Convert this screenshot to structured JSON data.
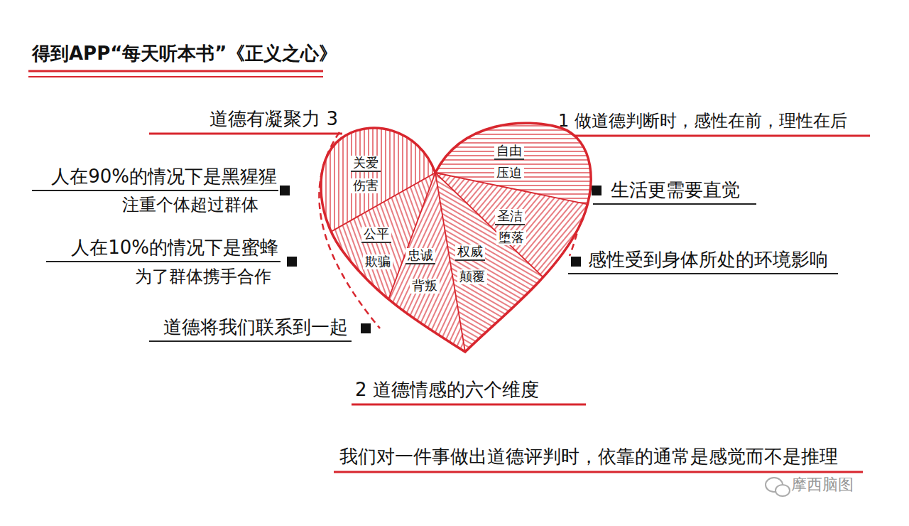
{
  "diagram": {
    "title": "得到APP“每天听本书”《正义之心》",
    "labels": [
      "道德有凝聚力 3",
      "1 做道德判断时，感性在前，理性在后",
      "人在90%的情况下是黑猩猩",
      "注重个体超过群体",
      "生活更需要直觉",
      "关爱",
      "伤害",
      "自由",
      "压迫",
      "公平",
      "欺骗",
      "圣洁",
      "堕落",
      "忠诚",
      "背叛",
      "权威",
      "颠覆",
      "人在10%的情况下是蜜蜂",
      "为了群体携手合作",
      "感性受到身体所处的环境影响",
      "道德将我们联系到一起",
      "2 道德情感的六个维度",
      "我们对一件事做出道德评判时，依靠的通常是感觉而不是推理",
      "摩西脑图"
    ]
  }
}
